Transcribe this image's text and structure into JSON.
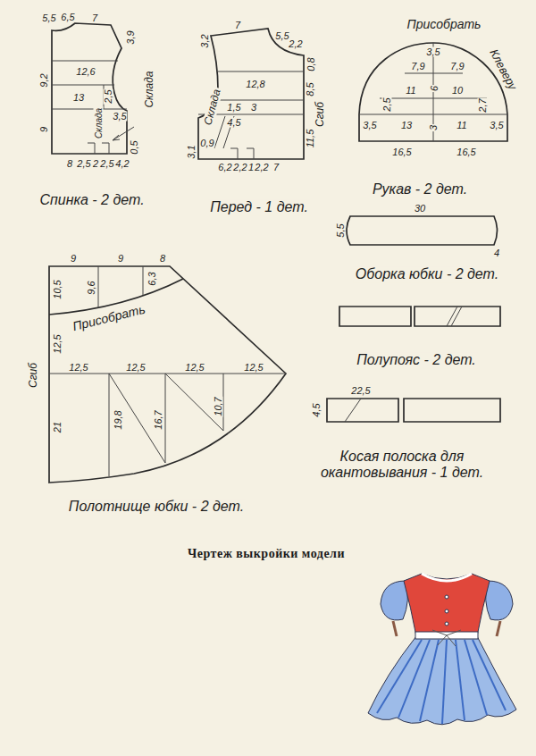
{
  "diagram": {
    "caption": "Чертеж выкройки модели",
    "nodes": [
      {
        "text": [
          "Спинка - 2 дет.",
          "Склада",
          "Склада"
        ]
      },
      {
        "text": [
          "Перед - 1 дет.",
          "Склада",
          "Сгиб"
        ]
      },
      {
        "text": [
          "Рукав - 2 дет.",
          "Присобрать",
          "Клеверу"
        ]
      },
      {
        "text": [
          "Оборка юбки - 2 дет."
        ]
      },
      {
        "text": [
          "Полотнище юбки - 2 дет.",
          "Присобрать",
          "Сгиб"
        ]
      },
      {
        "text": [
          "Полупояс - 2 дет."
        ]
      },
      {
        "text": [
          "Косая полоска для окантовывания - 1 дет."
        ]
      }
    ],
    "labels": [
      "5,5",
      "6,5",
      "7",
      "3,9",
      "12,6",
      "2,5",
      "13",
      "9,2",
      "9",
      "3,5",
      "0,5",
      "8",
      "2,5",
      "2",
      "2,5",
      "4,2",
      "3,2",
      "7",
      "5,5",
      "2,2",
      "0,8",
      "12,8",
      "8,5",
      "1,5",
      "3",
      "4,5",
      "11,5",
      "0,9",
      "3,1",
      "6,2",
      "2,2",
      "1",
      "2,2",
      "7",
      "3,5",
      "7,9",
      "7,9",
      "2,5",
      "11",
      "6",
      "10",
      "2,7",
      "3,5",
      "13",
      "3",
      "11",
      "3,5",
      "16,5",
      "16,5",
      "30",
      "5,5",
      "4",
      "9",
      "9",
      "8",
      "10,5",
      "9,6",
      "6,3",
      "12,5",
      "12,5",
      "12,5",
      "12,5",
      "12,5",
      "21",
      "19,8",
      "16,7",
      "10,7",
      "22,5",
      "4,5"
    ]
  }
}
